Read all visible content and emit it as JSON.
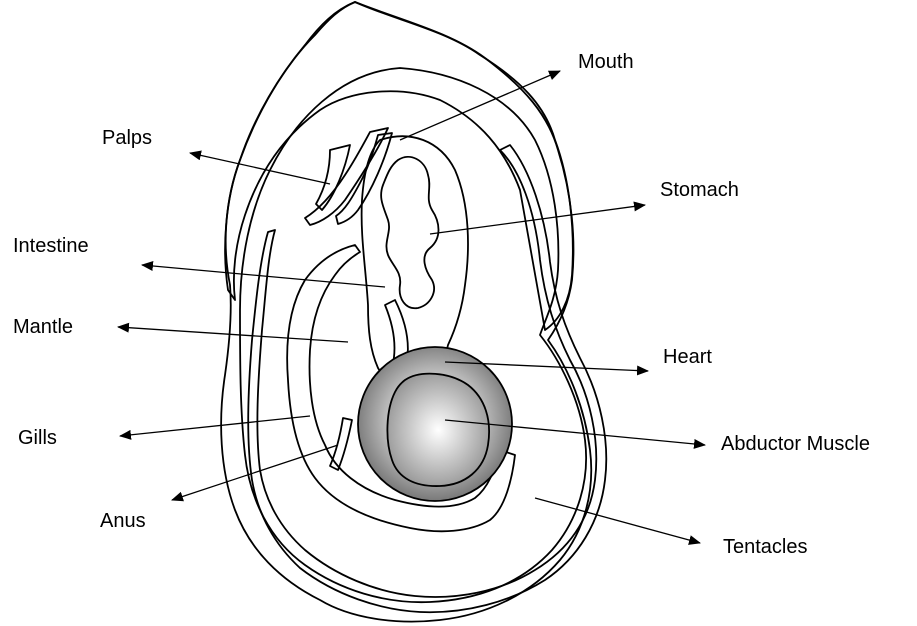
{
  "labels": {
    "mouth": "Mouth",
    "palps": "Palps",
    "stomach": "Stomach",
    "intestine": "Intestine",
    "mantle": "Mantle",
    "heart": "Heart",
    "gills": "Gills",
    "abductor_muscle": "Abductor Muscle",
    "anus": "Anus",
    "tentacles": "Tentacles"
  },
  "colors": {
    "shell_fill": "#d9d9d9",
    "stomach_fill": "#c8c8c8",
    "muscle_light": "#f2f2f2",
    "muscle_dark": "#7a7a7a",
    "line": "#000000"
  }
}
